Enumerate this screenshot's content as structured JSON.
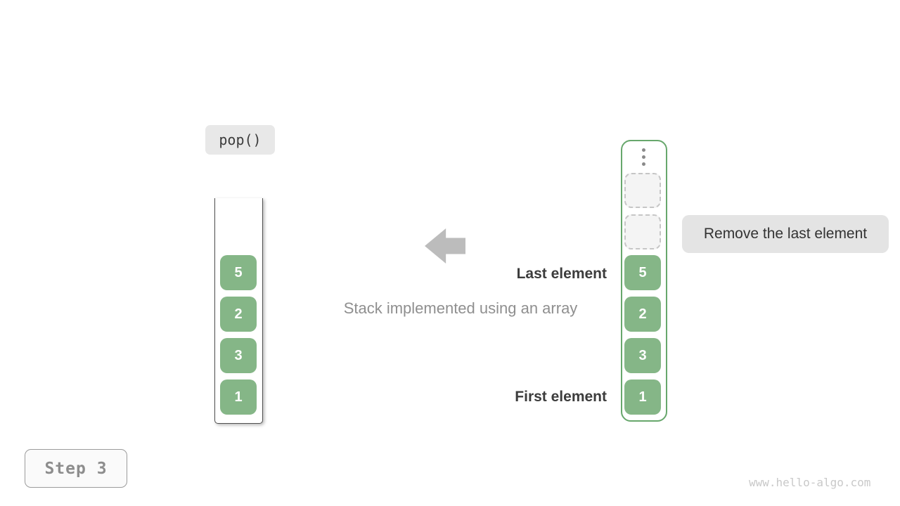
{
  "operation": {
    "label": "pop()"
  },
  "left_stack": {
    "cells": [
      "5",
      "2",
      "3",
      "1"
    ]
  },
  "right_stack": {
    "cells": [
      "5",
      "2",
      "3",
      "1"
    ],
    "empty_slot_count": 2
  },
  "labels": {
    "last_element": "Last element",
    "first_element": "First element",
    "caption": "Stack implemented using an array",
    "annotation": "Remove the last element"
  },
  "step": {
    "label": "Step 3"
  },
  "watermark": "www.hello-algo.com",
  "colors": {
    "cell-green": "#85b687",
    "container-green": "#67a76c",
    "arrow-gray": "#bcbcbc",
    "label-bg": "#e4e4e4",
    "code-bg": "#e8e8e8",
    "text-dark": "#3c3c3c",
    "text-gray": "#8f8f8f",
    "watermark-gray": "#c9c9c9"
  }
}
